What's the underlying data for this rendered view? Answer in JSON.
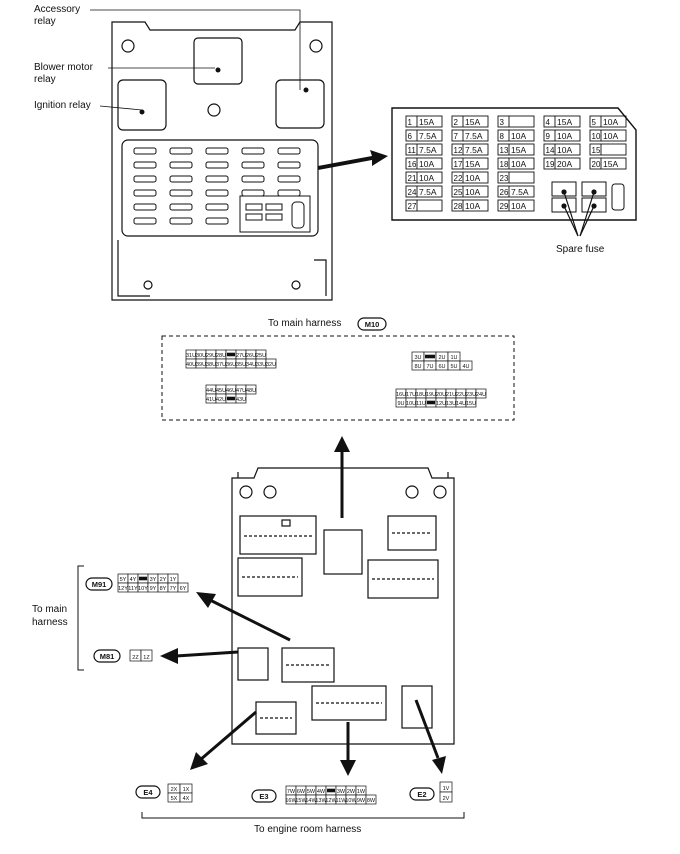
{
  "labels": {
    "accessory_relay": [
      "Accessory",
      "relay"
    ],
    "blower_motor_relay": [
      "Blower motor",
      "relay"
    ],
    "ignition_relay": "Ignition relay",
    "spare_fuse": "Spare fuse",
    "to_main_harness_top": "To main harness",
    "to_main_harness_left": [
      "To main",
      "harness"
    ],
    "to_engine_room_harness": "To engine room harness"
  },
  "fuses": [
    {
      "num": "1",
      "amp": "15A"
    },
    {
      "num": "2",
      "amp": "15A"
    },
    {
      "num": "3",
      "amp": ""
    },
    {
      "num": "4",
      "amp": "15A"
    },
    {
      "num": "5",
      "amp": "10A"
    },
    {
      "num": "6",
      "amp": "7.5A"
    },
    {
      "num": "7",
      "amp": "7.5A"
    },
    {
      "num": "8",
      "amp": "10A"
    },
    {
      "num": "9",
      "amp": "10A"
    },
    {
      "num": "10",
      "amp": "10A"
    },
    {
      "num": "11",
      "amp": "7.5A"
    },
    {
      "num": "12",
      "amp": "7.5A"
    },
    {
      "num": "13",
      "amp": "15A"
    },
    {
      "num": "14",
      "amp": "10A"
    },
    {
      "num": "15",
      "amp": ""
    },
    {
      "num": "16",
      "amp": "10A"
    },
    {
      "num": "17",
      "amp": "15A"
    },
    {
      "num": "18",
      "amp": "10A"
    },
    {
      "num": "19",
      "amp": "20A"
    },
    {
      "num": "20",
      "amp": "15A"
    },
    {
      "num": "21",
      "amp": "10A"
    },
    {
      "num": "22",
      "amp": "10A"
    },
    {
      "num": "23",
      "amp": ""
    },
    {
      "num": "",
      "amp": ""
    },
    {
      "num": "",
      "amp": ""
    },
    {
      "num": "24",
      "amp": "7.5A"
    },
    {
      "num": "25",
      "amp": "10A"
    },
    {
      "num": "26",
      "amp": "7.5A"
    },
    {
      "num": "",
      "amp": ""
    },
    {
      "num": "",
      "amp": ""
    },
    {
      "num": "27",
      "amp": ""
    },
    {
      "num": "28",
      "amp": "10A"
    },
    {
      "num": "29",
      "amp": "10A"
    },
    {
      "num": "",
      "amp": ""
    },
    {
      "num": "",
      "amp": ""
    }
  ],
  "connectors": {
    "m10": "M10",
    "m91": "M91",
    "m81": "M81",
    "e4": "E4",
    "e3": "E3",
    "e2": "E2"
  },
  "pins": {
    "m10_a_top": [
      "31U",
      "30U",
      "29U",
      "28U",
      "",
      "27U",
      "26U",
      "25U"
    ],
    "m10_a_bot": [
      "40U",
      "39U",
      "38U",
      "37U",
      "36U",
      "35U",
      "34U",
      "33U",
      "32U"
    ],
    "m10_b_top": [
      "44U",
      "45U",
      "46U",
      "47U",
      "48U"
    ],
    "m10_b_bot": [
      "41U",
      "42U",
      "",
      "43U"
    ],
    "m10_c_top": [
      "3U",
      "",
      "2U",
      "1U"
    ],
    "m10_c_bot": [
      "8U",
      "7U",
      "6U",
      "5U",
      "4U"
    ],
    "m10_d_top": [
      "16U",
      "17U",
      "18U",
      "19U",
      "20U",
      "21U",
      "22U",
      "23U",
      "24U"
    ],
    "m10_d_bot": [
      "9U",
      "10U",
      "11U",
      "",
      "12U",
      "13U",
      "14U",
      "15U"
    ],
    "m91_top": [
      "5Y",
      "4Y",
      "",
      "3Y",
      "2Y",
      "1Y"
    ],
    "m91_bot": [
      "12Y",
      "11Y",
      "10Y",
      "9Y",
      "8Y",
      "7Y",
      "6Y"
    ],
    "m81": [
      "2Z",
      "1Z"
    ],
    "e4_top": [
      "2X",
      "1X"
    ],
    "e4_bot": [
      "5X",
      "4X"
    ],
    "e3_top": [
      "7W",
      "6W",
      "5W",
      "4W",
      "",
      "3W",
      "2W",
      "1W"
    ],
    "e3_bot": [
      "16W",
      "15W",
      "14W",
      "13W",
      "12W",
      "11W",
      "10W",
      "9W",
      "8W"
    ],
    "e2": [
      "1V",
      "2V"
    ]
  }
}
